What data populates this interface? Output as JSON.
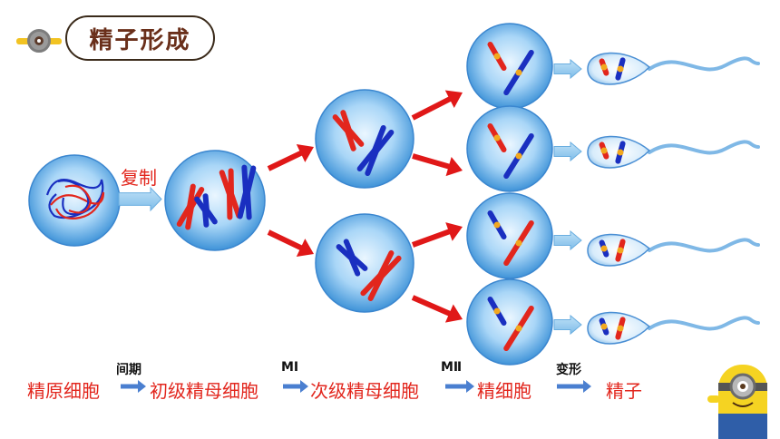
{
  "title": "精子形成",
  "replication_label": "复制",
  "stages": [
    {
      "name": "精原细胞"
    },
    {
      "name": "初级精母细胞"
    },
    {
      "name": "次级精母细胞"
    },
    {
      "name": "精细胞"
    },
    {
      "name": "精子"
    }
  ],
  "transitions": [
    "间期",
    "MⅠ",
    "MⅡ",
    "变形"
  ],
  "colors": {
    "title_text": "#6a2f1a",
    "stage_text": "#e2261d",
    "paternal_chromosome": "#e2261d",
    "maternal_chromosome": "#1a2fc0",
    "centromere": "#f2a81e",
    "division_arrow": "#e01818",
    "cell_fill": "#5aa9e6",
    "block_arrow": "#8fc8ee"
  }
}
